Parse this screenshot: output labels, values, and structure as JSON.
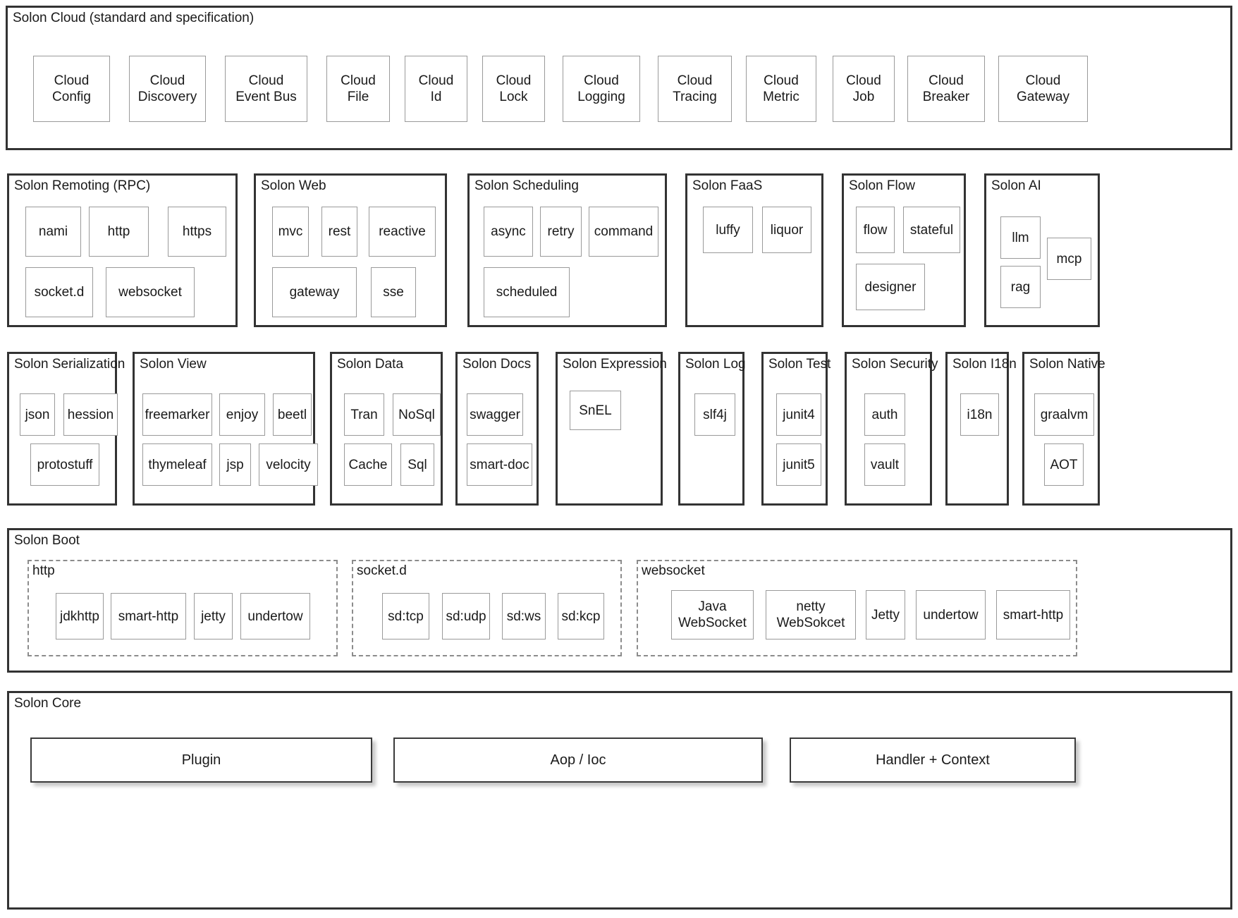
{
  "diagram": {
    "title": "Solon Framework Architecture",
    "colors": {
      "group_border": "#333333",
      "module_border": "#9a9a9a",
      "dashed_border": "#8c8c8c",
      "background": "#ffffff",
      "text": "#1a1a1a"
    }
  },
  "cloud": {
    "title": "Solon Cloud (standard and specification)",
    "modules": [
      {
        "line1": "Cloud",
        "line2": "Config"
      },
      {
        "line1": "Cloud",
        "line2": "Discovery"
      },
      {
        "line1": "Cloud",
        "line2": "Event Bus"
      },
      {
        "line1": "Cloud",
        "line2": "File"
      },
      {
        "line1": "Cloud",
        "line2": "Id"
      },
      {
        "line1": "Cloud",
        "line2": "Lock"
      },
      {
        "line1": "Cloud",
        "line2": "Logging"
      },
      {
        "line1": "Cloud",
        "line2": "Tracing"
      },
      {
        "line1": "Cloud",
        "line2": "Metric"
      },
      {
        "line1": "Cloud",
        "line2": "Job"
      },
      {
        "line1": "Cloud",
        "line2": "Breaker"
      },
      {
        "line1": "Cloud",
        "line2": "Gateway"
      }
    ],
    "labels": [
      "Cloud\nConfig",
      "Cloud\nDiscovery",
      "Cloud\nEvent Bus",
      "Cloud\nFile",
      "Cloud\nId",
      "Cloud\nLock",
      "Cloud\nLogging",
      "Cloud\nTracing",
      "Cloud\nMetric",
      "Cloud\nJob",
      "Cloud\nBreaker",
      "Cloud\nGateway"
    ]
  },
  "row2": [
    {
      "title": "Solon Remoting (RPC)",
      "modules": [
        "nami",
        "http",
        "https",
        "socket.d",
        "websocket"
      ]
    },
    {
      "title": "Solon Web",
      "modules": [
        "mvc",
        "rest",
        "reactive",
        "gateway",
        "sse"
      ]
    },
    {
      "title": "Solon Scheduling",
      "modules": [
        "async",
        "retry",
        "command",
        "scheduled"
      ]
    },
    {
      "title": "Solon FaaS",
      "modules": [
        "luffy",
        "liquor"
      ]
    },
    {
      "title": "Solon Flow",
      "modules": [
        "flow",
        "stateful",
        "designer"
      ]
    },
    {
      "title": "Solon AI",
      "modules": [
        "llm",
        "mcp",
        "rag"
      ]
    }
  ],
  "row3": [
    {
      "title": "Solon Serialization",
      "modules": [
        "json",
        "hession",
        "protostuff"
      ]
    },
    {
      "title": "Solon View",
      "modules": [
        "freemarker",
        "enjoy",
        "beetl",
        "thymeleaf",
        "jsp",
        "velocity"
      ]
    },
    {
      "title": "Solon Data",
      "modules": [
        "Tran",
        "NoSql",
        "Cache",
        "Sql"
      ]
    },
    {
      "title": "Solon Docs",
      "modules": [
        "swagger",
        "smart-doc"
      ]
    },
    {
      "title": "Solon Expression",
      "modules": [
        "SnEL"
      ]
    },
    {
      "title": "Solon Log",
      "modules": [
        "slf4j"
      ]
    },
    {
      "title": "Solon Test",
      "modules": [
        "junit4",
        "junit5"
      ]
    },
    {
      "title": "Solon Security",
      "modules": [
        "auth",
        "vault"
      ]
    },
    {
      "title": "Solon I18n",
      "modules": [
        "i18n"
      ]
    },
    {
      "title": "Solon Native",
      "modules": [
        "graalvm",
        "AOT"
      ]
    }
  ],
  "boot": {
    "title": "Solon Boot",
    "groups": [
      {
        "title": "http",
        "modules": [
          "jdkhttp",
          "smart-http",
          "jetty",
          "undertow"
        ]
      },
      {
        "title": "socket.d",
        "modules": [
          "sd:tcp",
          "sd:udp",
          "sd:ws",
          "sd:kcp"
        ]
      },
      {
        "title": "websocket",
        "modules": [
          "Java\nWebSocket",
          "netty\nWebSokcet",
          "Jetty",
          "undertow",
          "smart-http"
        ]
      }
    ]
  },
  "core": {
    "title": "Solon Core",
    "boxes": [
      "Plugin",
      "Aop / Ioc",
      "Handler + Context"
    ]
  }
}
